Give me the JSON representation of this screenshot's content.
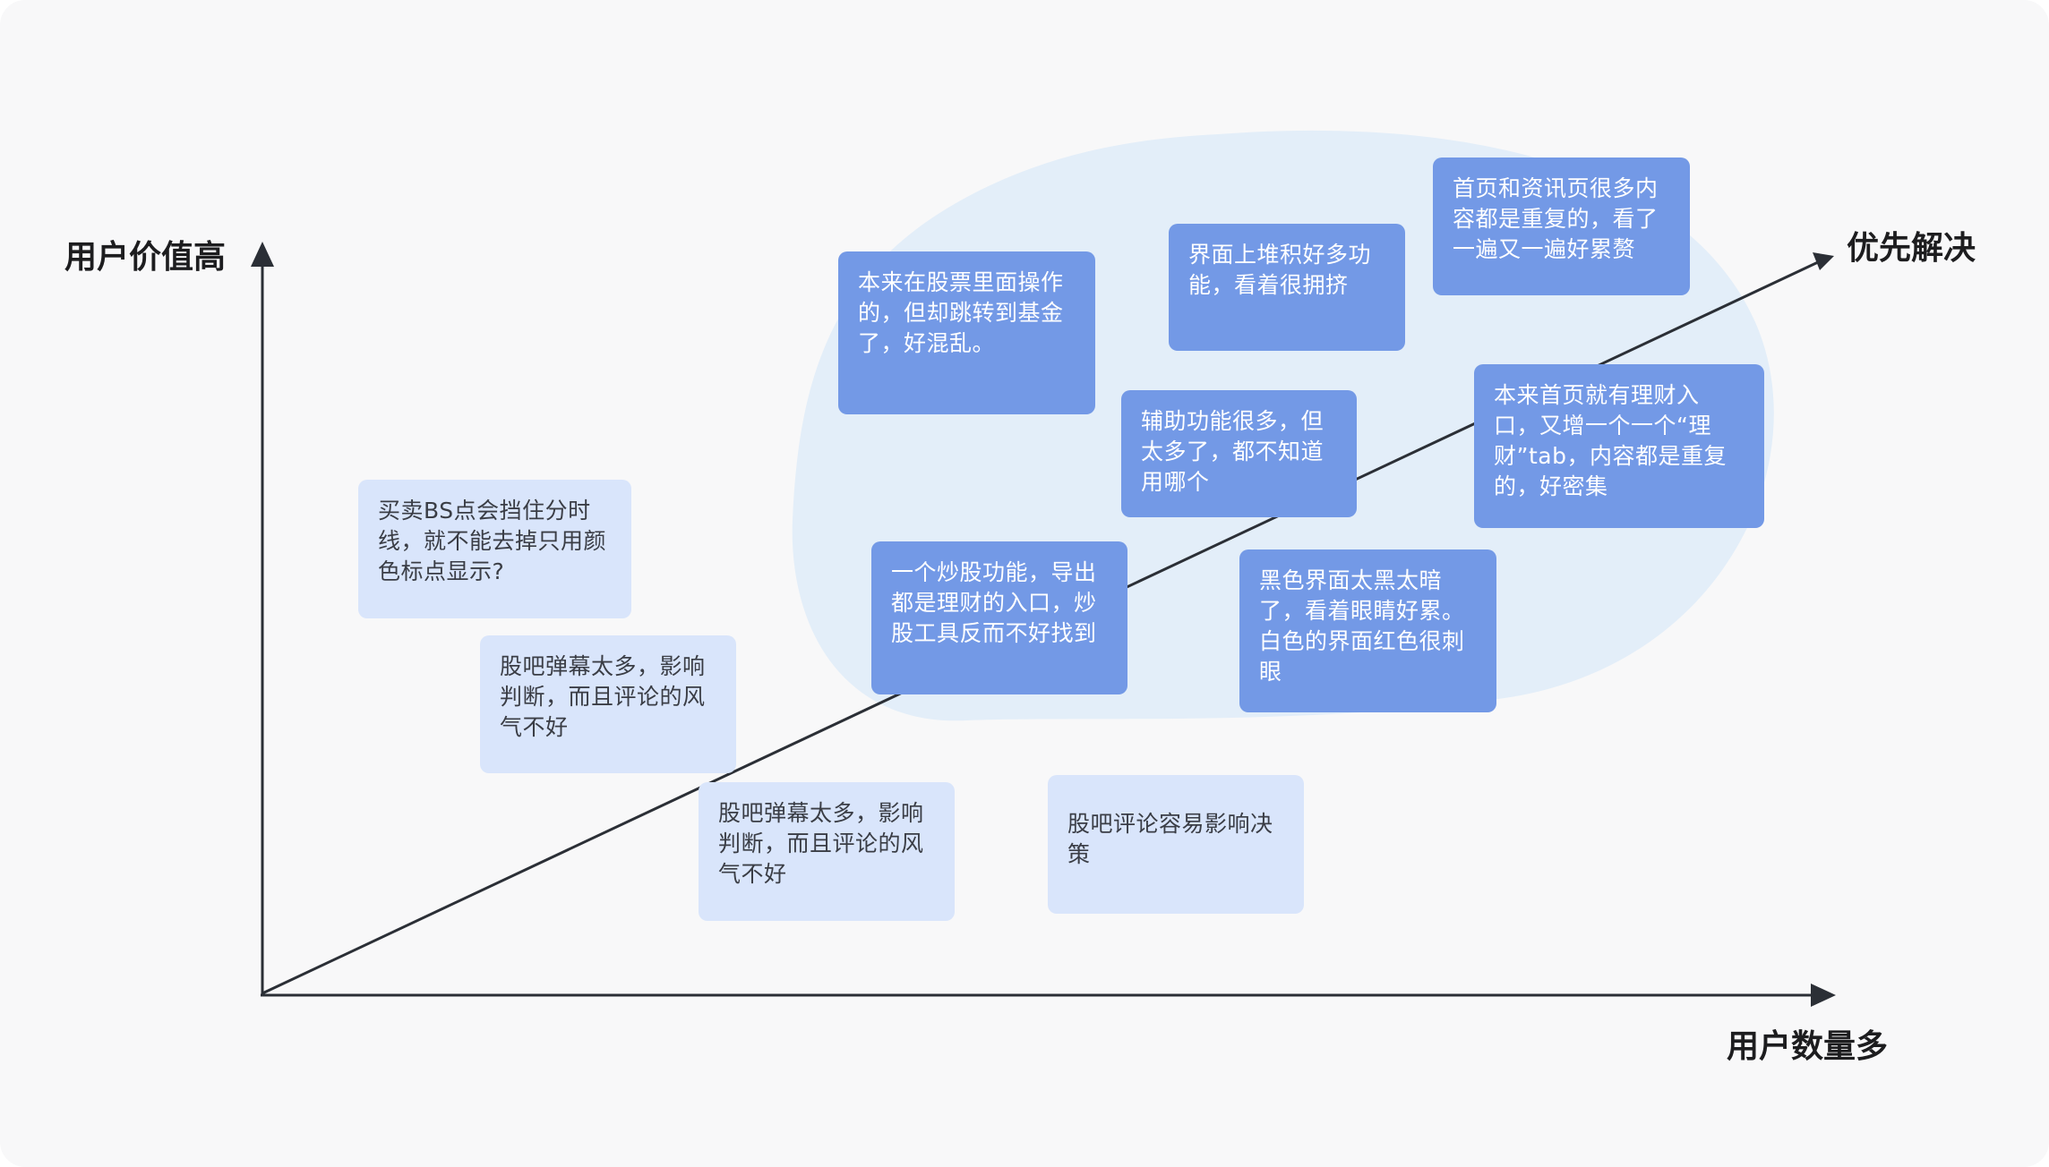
{
  "axes": {
    "y_label": "用户价值高",
    "x_label": "用户数量多",
    "diag_label": "优先解决"
  },
  "colors": {
    "background": "#f8f8f9",
    "blob": "#e3eef9",
    "card_dark": "#7399e6",
    "card_light": "#d9e5fb",
    "axis": "#2b2f36"
  },
  "cards": {
    "c1": "本来在股票里面操作的，但却跳转到基金了，好混乱。",
    "c2": "界面上堆积好多功能，看着很拥挤",
    "c3": "首页和资讯页很多内容都是重复的，看了一遍又一遍好累赘",
    "c4": "辅助功能很多，但太多了，都不知道用哪个",
    "c5": "本来首页就有理财入口，又增一个一个“理财”tab，内容都是重复的，好密集",
    "c6": "一个炒股功能，导出都是理财的入口，炒股工具反而不好找到",
    "c7": "黑色界面太黑太暗了，看着眼睛好累。白色的界面红色很刺眼",
    "c8": "买卖BS点会挡住分时线，就不能去掉只用颜色标点显示?",
    "c9": "股吧弹幕太多，影响判断，而且评论的风气不好",
    "c10": "股吧弹幕太多，影响判断，而且评论的风气不好",
    "c11": "股吧评论容易影响决策"
  }
}
